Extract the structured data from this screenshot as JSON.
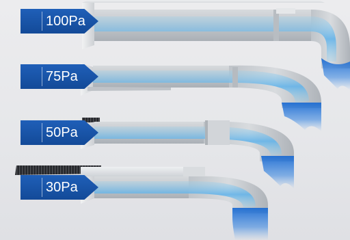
{
  "labels": {
    "label_100": "100Pa",
    "label_75": "75Pa",
    "label_50": "50Pa",
    "label_30": "30Pa"
  },
  "colors": {
    "label_blue": "#1a56aa",
    "airflow_blue": "#1e6cd2",
    "duct_grey": "#c4c8cd",
    "background": "#e9eaec"
  }
}
